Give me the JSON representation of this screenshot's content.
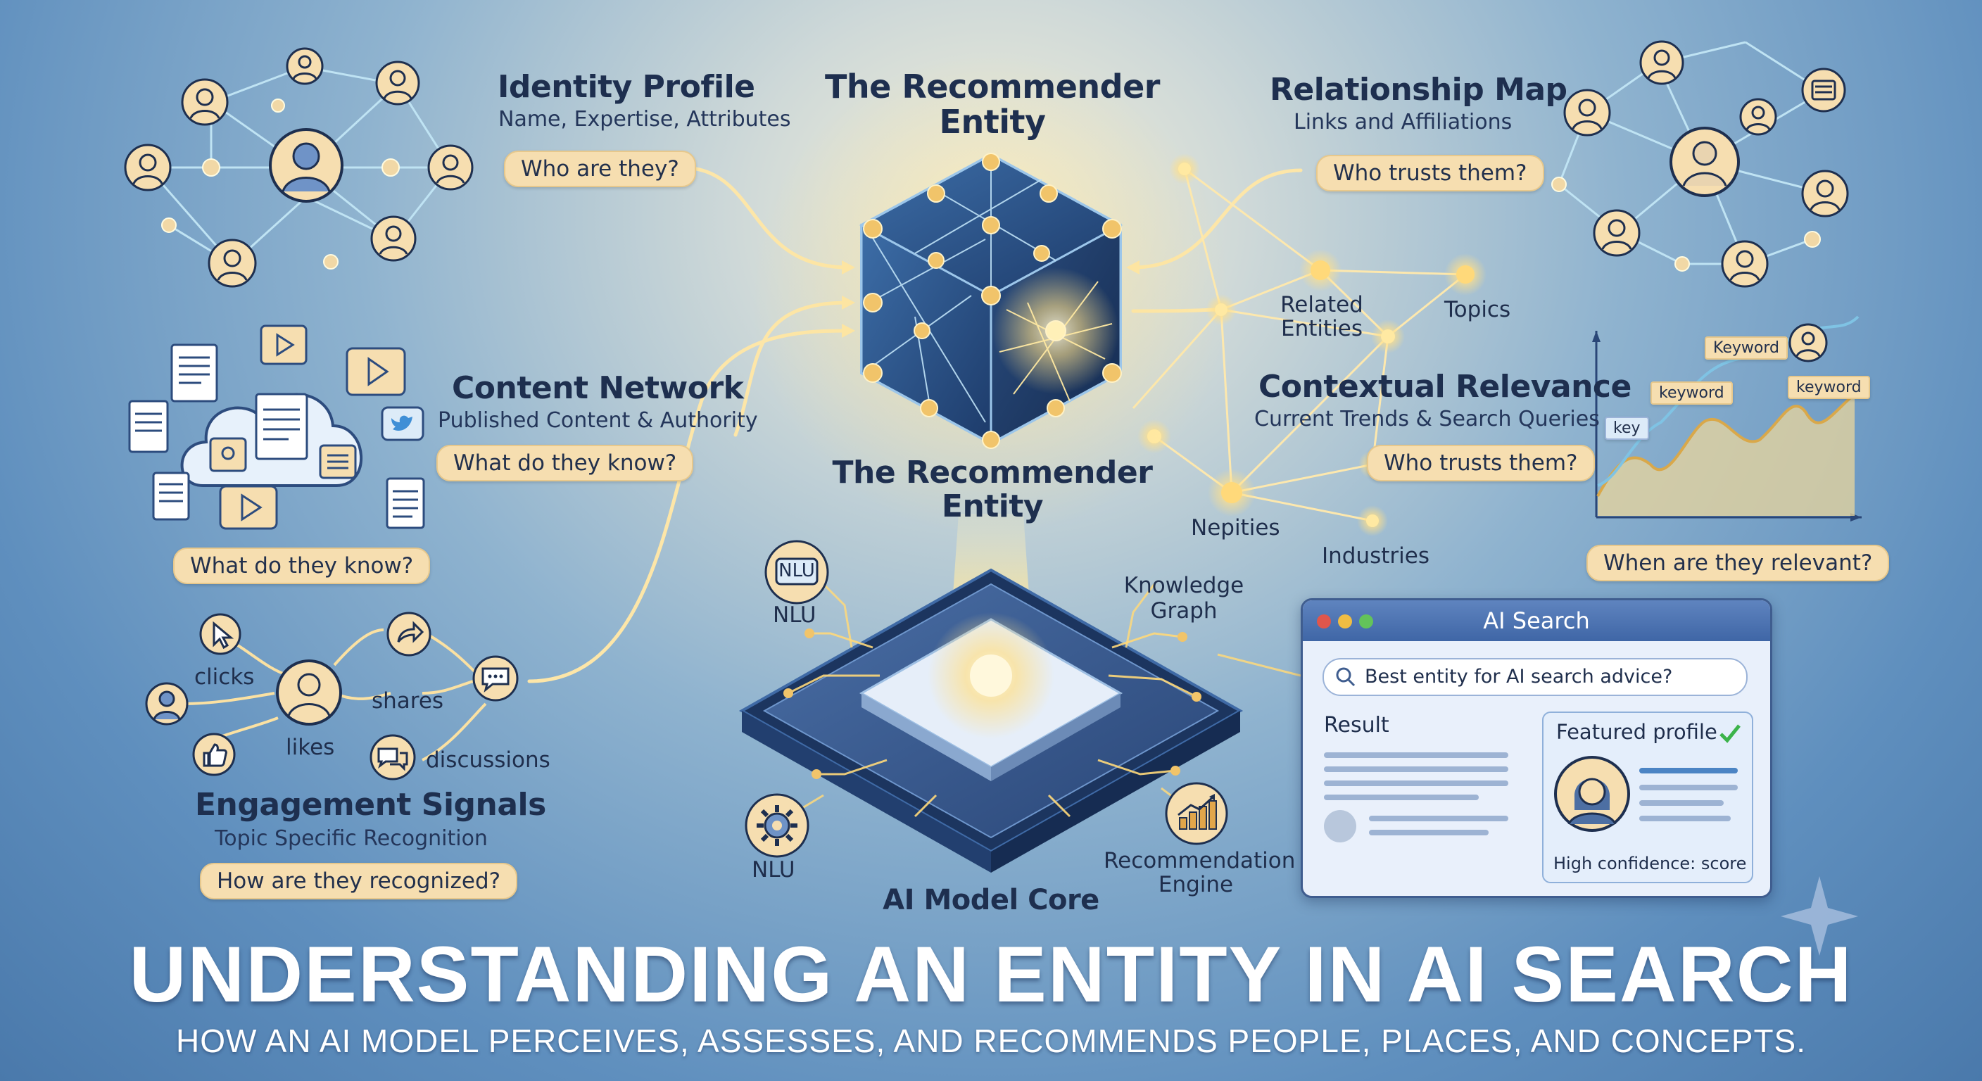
{
  "center": {
    "top_title": "The Recommender\nEntity",
    "mid_title": "The Recommender\nEntity",
    "core_label": "AI Model Core"
  },
  "identity": {
    "title": "Identity Profile",
    "subtitle": "Name, Expertise, Attributes",
    "question": "Who are they?"
  },
  "content": {
    "title": "Content Network",
    "subtitle": "Published Content & Authority",
    "question": "What do they know?",
    "question2": "What do they know?"
  },
  "engagement": {
    "title": "Engagement Signals",
    "subtitle": "Topic Specific Recognition",
    "question": "How are they recognized?",
    "labels": {
      "clicks": "clicks",
      "shares": "shares",
      "likes": "likes",
      "discussions": "discussions"
    }
  },
  "relationship": {
    "title": "Relationship Map",
    "subtitle": "Links and Affiliations",
    "question": "Who trusts them?"
  },
  "contextual": {
    "title": "Contextual Relevance",
    "subtitle": "Current Trends & Search Queries",
    "question": "Who trusts them?",
    "question2": "When are they relevant?",
    "nodes": {
      "related": "Related\nEntities",
      "topics": "Topics",
      "nepities": "Nepities",
      "industries": "Industries"
    },
    "chart_keywords": [
      "Keyword",
      "keyword",
      "keyword",
      "key"
    ]
  },
  "core_modules": {
    "nlu_top": "NLU",
    "nlu_top_badge": "NLU",
    "nlu_bottom": "NLU",
    "knowledge": "Knowledge\nGraph",
    "recommendation": "Recommendation\nEngine"
  },
  "search_window": {
    "title": "AI Search",
    "query": "Best entity for AI search advice?",
    "result_label": "Result",
    "featured_label": "Featured profile",
    "confidence": "High confidence: score"
  },
  "footer": {
    "title": "UNDERSTANDING AN ENTITY IN AI SEARCH",
    "subtitle": "HOW AN AI MODEL PERCEIVES, ASSESSES, AND RECOMMENDS PEOPLE, PLACES, AND CONCEPTS."
  },
  "colors": {
    "accent": "#f6deb0",
    "navy": "#1e2f4f",
    "glow": "#ffe08a"
  },
  "icons": [
    "person-icon",
    "document-icon",
    "play-icon",
    "twitter-icon",
    "cloud-icon",
    "cursor-icon",
    "thumbs-up-icon",
    "share-icon",
    "chat-icon",
    "gear-icon",
    "chart-up-icon",
    "search-icon",
    "check-icon",
    "sparkle-icon"
  ]
}
